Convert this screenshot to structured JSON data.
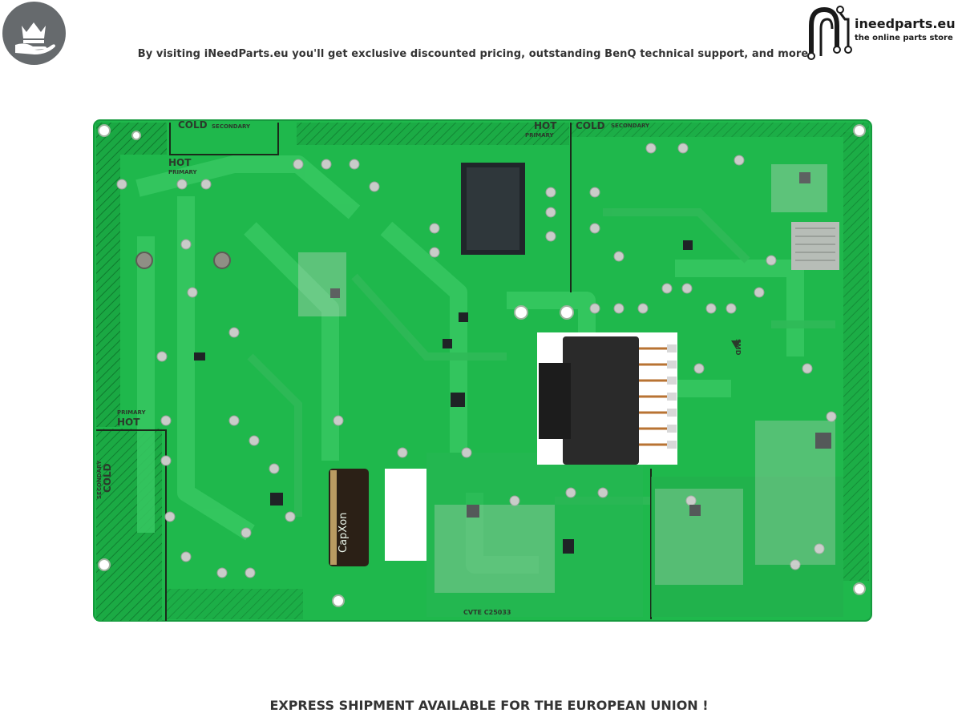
{
  "header": {
    "tagline": "By visiting iNeedParts.eu you'll get exclusive discounted pricing, outstanding BenQ technical support, and more",
    "logo_icon": "crown-hand-icon",
    "brand_name": "ineedparts.eu",
    "brand_subtitle": "the online parts store"
  },
  "board": {
    "labels": {
      "cold_secondary_top_left": "COLD",
      "secondary_top_left": "SECONDARY",
      "hot_primary_top_left": "HOT",
      "primary_top_left": "PRIMARY",
      "hot_top_center": "HOT",
      "primary_top_center": "PRIMARY",
      "cold_top_center": "COLD",
      "secondary_top_center": "SECONDARY",
      "primary_left": "PRIMARY",
      "hot_left": "HOT",
      "secondary_left": "SECONDARY",
      "cold_left": "COLD",
      "smd": "SMD",
      "capacitor_brand": "CapXon",
      "board_code": "CVTE C25033"
    },
    "colors": {
      "board": "#1fb84c",
      "trace": "#37c862",
      "pad": "#c9ccc9",
      "transformer": "#2a2a2a",
      "capacitor": "#2b2016"
    }
  },
  "footer": {
    "shipping_notice": "EXPRESS SHIPMENT AVAILABLE FOR THE EUROPEAN UNION !"
  }
}
